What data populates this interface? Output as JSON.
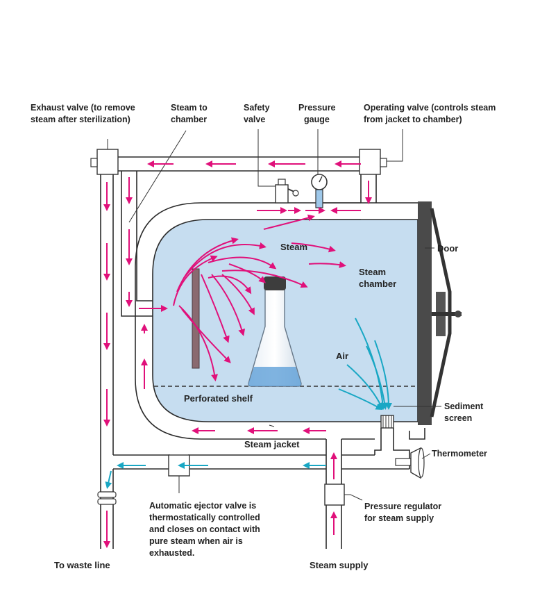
{
  "colors": {
    "steam_arrow": "#e0107a",
    "air_arrow": "#19a7c4",
    "chamber_fill": "#c6ddf0",
    "door": "#4a4a4a",
    "pipe_stroke": "#2b2b2b"
  },
  "labels": {
    "exhaust_valve": [
      "Exhaust valve (to remove",
      "steam after sterilization)"
    ],
    "steam_to_chamber": [
      "Steam to",
      "chamber"
    ],
    "safety_valve": [
      "Safety",
      "valve"
    ],
    "pressure_gauge": [
      "Pressure",
      "gauge"
    ],
    "operating_valve": [
      "Operating valve (controls steam",
      "from jacket to chamber)"
    ],
    "door": "Door",
    "steam": "Steam",
    "steam_chamber": [
      "Steam",
      "chamber"
    ],
    "air": "Air",
    "perforated_shelf": "Perforated shelf",
    "sediment_screen": [
      "Sediment",
      "screen"
    ],
    "steam_jacket": "Steam jacket",
    "thermometer": "Thermometer",
    "ejector_valve": [
      "Automatic ejector valve is",
      "thermostatically controlled",
      "and closes on contact with",
      "pure steam when air is",
      "exhausted."
    ],
    "pressure_regulator": [
      "Pressure regulator",
      "for steam supply"
    ],
    "to_waste_line": "To waste line",
    "steam_supply": "Steam supply"
  },
  "icons": {
    "valve": "valve-icon",
    "gauge": "gauge-icon",
    "flask": "flask-icon",
    "door_handle": "door-handle-icon"
  }
}
